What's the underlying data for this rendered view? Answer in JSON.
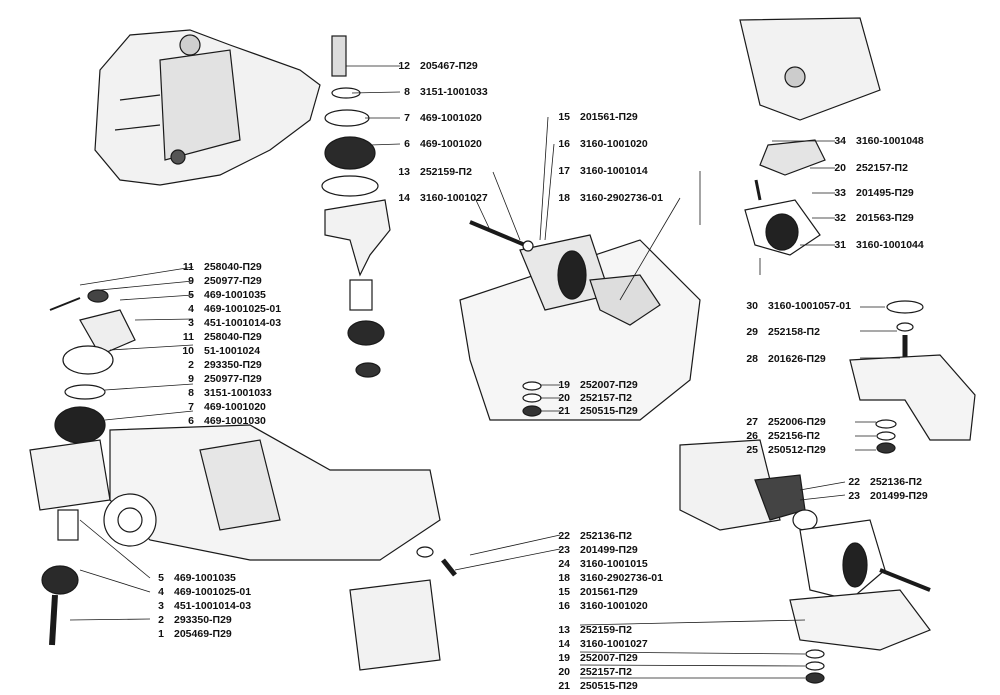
{
  "groups": {
    "top_center": [
      {
        "num": "12",
        "code": "205467-П29"
      },
      {
        "num": "8",
        "code": "3151-1001033"
      },
      {
        "num": "7",
        "code": "469-1001020"
      },
      {
        "num": "6",
        "code": "469-1001020"
      },
      {
        "num": "13",
        "code": "252159-П2"
      },
      {
        "num": "14",
        "code": "3160-1001027"
      }
    ],
    "center_upper": [
      {
        "num": "15",
        "code": "201561-П29"
      },
      {
        "num": "16",
        "code": "3160-1001020"
      },
      {
        "num": "17",
        "code": "3160-1001014"
      },
      {
        "num": "18",
        "code": "3160-2902736-01"
      }
    ],
    "center_lower": [
      {
        "num": "19",
        "code": "252007-П29"
      },
      {
        "num": "20",
        "code": "252157-П2"
      },
      {
        "num": "21",
        "code": "250515-П29"
      }
    ],
    "top_right": [
      {
        "num": "34",
        "code": "3160-1001048"
      },
      {
        "num": "20",
        "code": "252157-П2"
      },
      {
        "num": "33",
        "code": "201495-П29"
      },
      {
        "num": "32",
        "code": "201563-П29"
      },
      {
        "num": "31",
        "code": "3160-1001044"
      }
    ],
    "right_mid": [
      {
        "num": "30",
        "code": "3160-1001057-01"
      },
      {
        "num": "29",
        "code": "252158-П2"
      },
      {
        "num": "28",
        "code": "201626-П29"
      }
    ],
    "right_lower": [
      {
        "num": "27",
        "code": "252006-П29"
      },
      {
        "num": "26",
        "code": "252156-П2"
      },
      {
        "num": "25",
        "code": "250512-П29"
      }
    ],
    "left_mid": [
      {
        "num": "11",
        "code": "258040-П29"
      },
      {
        "num": "9",
        "code": "250977-П29"
      },
      {
        "num": "5",
        "code": "469-1001035"
      },
      {
        "num": "4",
        "code": "469-1001025-01"
      },
      {
        "num": "3",
        "code": "451-1001014-03"
      },
      {
        "num": "11",
        "code": "258040-П29"
      },
      {
        "num": "10",
        "code": "51-1001024"
      },
      {
        "num": "2",
        "code": "293350-П29"
      },
      {
        "num": "9",
        "code": "250977-П29"
      },
      {
        "num": "8",
        "code": "3151-1001033"
      },
      {
        "num": "7",
        "code": "469-1001020"
      },
      {
        "num": "6",
        "code": "469-1001030"
      }
    ],
    "bottom_left": [
      {
        "num": "5",
        "code": "469-1001035"
      },
      {
        "num": "4",
        "code": "469-1001025-01"
      },
      {
        "num": "3",
        "code": "451-1001014-03"
      },
      {
        "num": "2",
        "code": "293350-П29"
      },
      {
        "num": "1",
        "code": "205469-П29"
      }
    ],
    "bottom_right_top": [
      {
        "num": "22",
        "code": "252136-П2"
      },
      {
        "num": "23",
        "code": "201499-П29"
      }
    ],
    "bottom_center": [
      {
        "num": "22",
        "code": "252136-П2"
      },
      {
        "num": "23",
        "code": "201499-П29"
      },
      {
        "num": "24",
        "code": "3160-1001015"
      },
      {
        "num": "18",
        "code": "3160-2902736-01"
      },
      {
        "num": "15",
        "code": "201561-П29"
      },
      {
        "num": "16",
        "code": "3160-1001020"
      },
      {
        "num": "13",
        "code": "252159-П2"
      },
      {
        "num": "14",
        "code": "3160-1001027"
      },
      {
        "num": "19",
        "code": "252007-П29"
      },
      {
        "num": "20",
        "code": "252157-П2"
      },
      {
        "num": "21",
        "code": "250515-П29"
      }
    ]
  },
  "colors": {
    "ink": "#1a1a1a",
    "fill": "#efefef",
    "dark": "#3a3a3a"
  }
}
